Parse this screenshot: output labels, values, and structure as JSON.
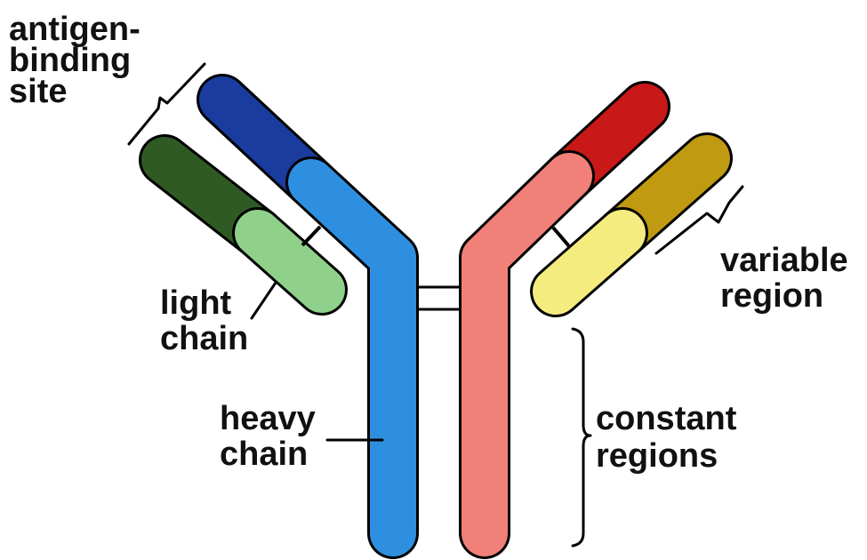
{
  "labels": {
    "antigen_binding_site": [
      "antigen-",
      "binding",
      "site"
    ],
    "light_chain": [
      "light",
      "chain"
    ],
    "heavy_chain": [
      "heavy",
      "chain"
    ],
    "variable_region": [
      "variable",
      "region"
    ],
    "constant_regions": [
      "constant",
      "regions"
    ]
  },
  "colors": {
    "heavy_left_variable": "#1a3c9e",
    "heavy_left_constant": "#2e8fe0",
    "light_left_variable": "#2f5a24",
    "light_left_constant": "#8fd08a",
    "heavy_right_variable": "#c81818",
    "heavy_right_constant": "#f08078",
    "light_right_variable": "#c09a10",
    "light_right_constant": "#f5ec80"
  }
}
